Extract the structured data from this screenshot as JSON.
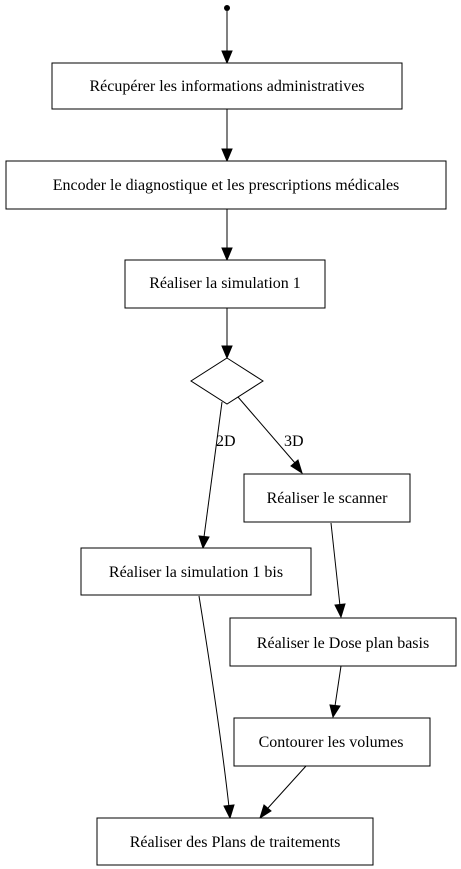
{
  "nodes": {
    "recuperer": "Récupérer les informations administratives",
    "encoder": "Encoder le diagnostique et les prescriptions médicales",
    "simulation1": "Réaliser la simulation 1",
    "simulation1bis": "Réaliser la simulation 1 bis",
    "scanner": "Réaliser le scanner",
    "doseplan": "Réaliser le Dose plan basis",
    "contourer": "Contourer les volumes",
    "plans": "Réaliser des Plans de traitements"
  },
  "edge_labels": {
    "branch_2d": "2D",
    "branch_3d": "3D"
  },
  "colors": {
    "stroke": "#000000",
    "fill": "#ffffff",
    "text": "#000000"
  }
}
